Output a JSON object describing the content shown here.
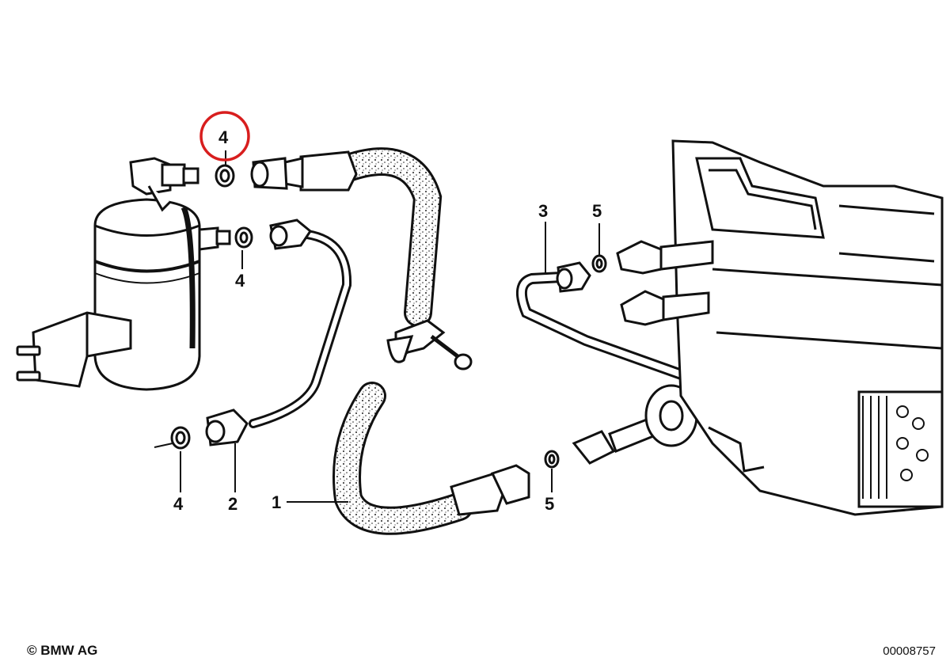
{
  "diagram": {
    "callouts": [
      {
        "id": "hose",
        "label": "1"
      },
      {
        "id": "pipe-lower",
        "label": "2"
      },
      {
        "id": "pipe-evaporator",
        "label": "3"
      },
      {
        "id": "gasket-top-highlighted",
        "label": "4"
      },
      {
        "id": "gasket-middle",
        "label": "4"
      },
      {
        "id": "gasket-bottom",
        "label": "4"
      },
      {
        "id": "gasket-evaporator",
        "label": "5"
      },
      {
        "id": "gasket-expansion-valve",
        "label": "5"
      }
    ],
    "highlight_color": "#d81e1e",
    "line_color": "#111111"
  },
  "footer": {
    "copyright": "© BMW AG",
    "document_number": "00008757"
  }
}
